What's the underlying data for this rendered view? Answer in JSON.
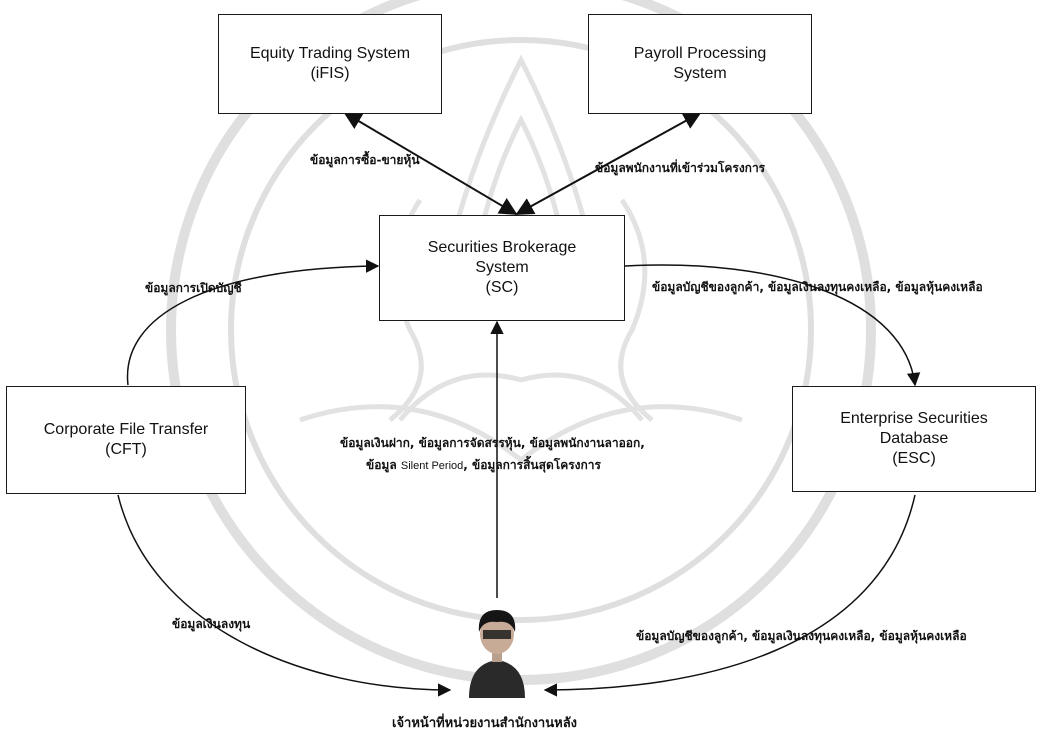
{
  "nodes": {
    "equity": {
      "line1": "Equity Trading System",
      "line2": "(iFIS)"
    },
    "payroll": {
      "line1": "Payroll Processing",
      "line2": "System"
    },
    "sc": {
      "line1": "Securities Brokerage",
      "line2": "System",
      "line3": "(SC)"
    },
    "cft": {
      "line1": "Corporate File Transfer",
      "line2": "(CFT)"
    },
    "esc": {
      "line1": "Enterprise Securities",
      "line2": "Database",
      "line3": "(ESC)"
    },
    "user": {
      "label": "เจ้าหน้าที่หน่วยงานสำนักงานหลัง"
    }
  },
  "edge_labels": {
    "equity_sc": "ข้อมูลการซื้อ-ขายหุ้น",
    "payroll_sc": "ข้อมูลพนักงานที่เข้าร่วมโครงการ",
    "cft_sc": "ข้อมูลการเปิดบัญชี",
    "sc_esc": "ข้อมูลบัญชีของลูกค้า, ข้อมูลเงินลงทุนคงเหลือ, ข้อมูลหุ้นคงเหลือ",
    "user_sc_line1": "ข้อมูลเงินฝาก, ข้อมูลการจัดสรรหุ้น, ข้อมูลพนักงานลาออก,",
    "user_sc_line2_a": "ข้อมูล",
    "user_sc_line2_en": "Silent Period",
    "user_sc_line2_b": ", ข้อมูลการสิ้นสุดโครงการ",
    "cft_user": "ข้อมูลเงินลงทุน",
    "esc_user": "ข้อมูลบัญชีของลูกค้า, ข้อมูลเงินลงทุนคงเหลือ, ข้อมูลหุ้นคงเหลือ"
  }
}
